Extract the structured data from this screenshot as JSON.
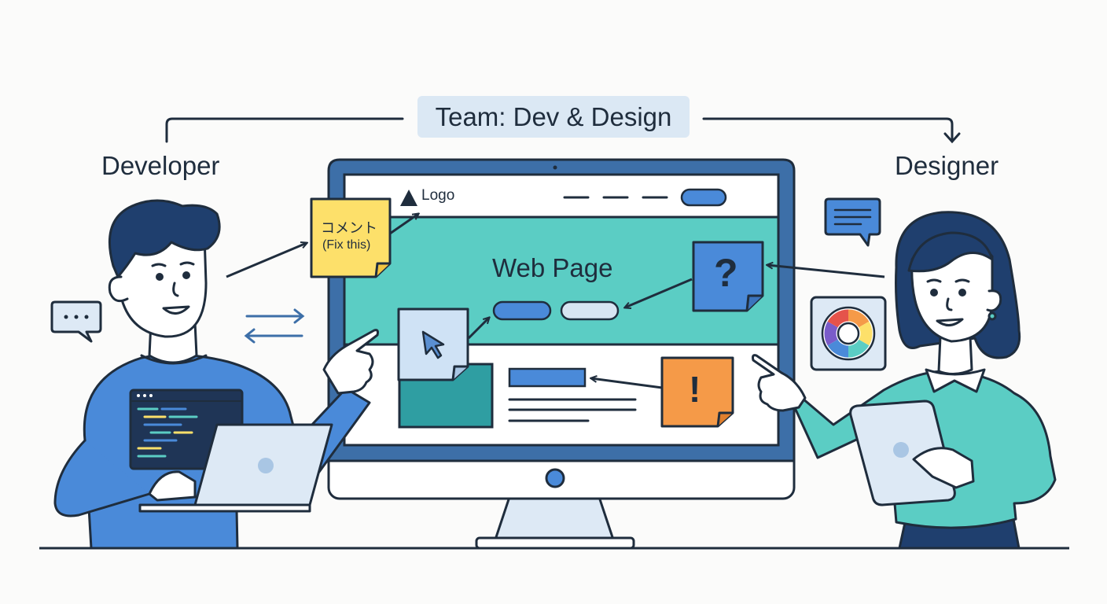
{
  "header": {
    "team_label": "Team: Dev & Design"
  },
  "roles": {
    "developer": "Developer",
    "designer": "Designer"
  },
  "web_page": {
    "logo_text": "Logo",
    "heading": "Web Page"
  },
  "notes": {
    "comment_line1": "コメント",
    "comment_line2": "(Fix this)",
    "question": "?",
    "exclamation": "!"
  },
  "palette": {
    "outline": "#1f2d3d",
    "monitor_frame": "#3d6fa8",
    "hero_teal": "#5bcdc4",
    "accent_blue": "#4a8ad9",
    "sticky_yellow": "#fde06a",
    "sticky_orange": "#f59a48",
    "sweater_blue": "#4a8ad9",
    "sweater_teal": "#5bcdc4",
    "hair": "#1f3f6e"
  }
}
